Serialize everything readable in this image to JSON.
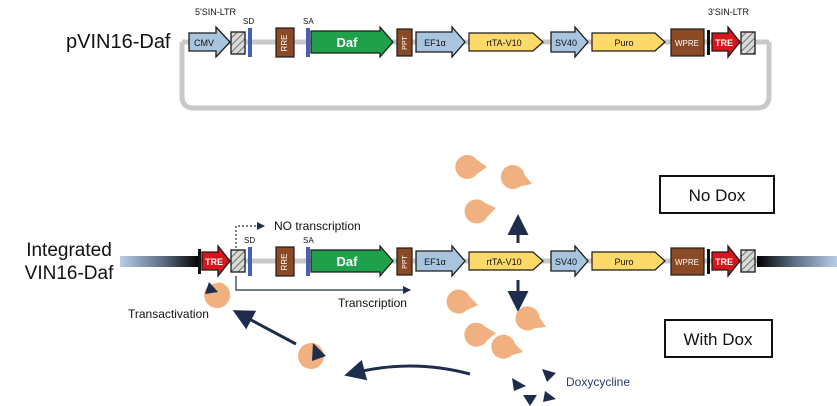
{
  "top_construct": {
    "name": "pVIN16-Daf",
    "ltr_left_label": "5'SIN-LTR",
    "ltr_right_label": "3'SIN-LTR",
    "sd_label": "SD",
    "sa_label": "SA",
    "elements": {
      "cmv": "CMV",
      "rre": "RRE",
      "daf": "Daf",
      "ppt": "PPT",
      "ef1a": "EF1α",
      "rtta": "rtTA-V10",
      "sv40": "SV40",
      "puro": "Puro",
      "wpre": "WPRE",
      "tre": "TRE"
    }
  },
  "integrated": {
    "name_line1": "Integrated",
    "name_line2": "VIN16-Daf",
    "sd_label": "SD",
    "sa_label": "SA",
    "no_transcription": "NO transcription",
    "transcription": "Transcription",
    "transactivation": "Transactivation",
    "doxycycline": "Doxycycline",
    "elements": {
      "tre_left": "TRE",
      "rre": "RRE",
      "daf": "Daf",
      "ppt": "PPT",
      "ef1a": "EF1α",
      "rtta": "rtTA-V10",
      "sv40": "SV40",
      "puro": "Puro",
      "wpre": "WPRE",
      "tre_right": "TRE"
    }
  },
  "conditions": {
    "no_dox": "No Dox",
    "with_dox": "With Dox"
  },
  "colors": {
    "promoter_blue": "#a9c4de",
    "gene_green": "#1fa04a",
    "gene_yellow": "#fcd968",
    "brown": "#8b4a26",
    "tre_red": "#d8141c",
    "sd_blue": "#4660b5",
    "protein_orange": "#f0b07f",
    "arrow_navy": "#1f2d4d"
  }
}
